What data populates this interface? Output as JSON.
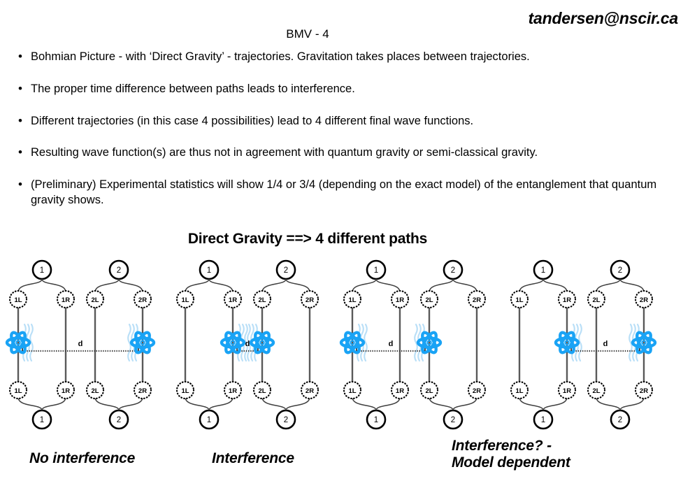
{
  "header": {
    "email": "tandersen@nscir.ca",
    "slide_title": "BMV - 4"
  },
  "bullets": [
    "Bohmian Picture - with ‘Direct Gravity’ - trajectories. Gravitation takes places between trajectories.",
    "The proper time difference between paths leads to interference.",
    "Different trajectories (in this case 4 possibilities) lead to 4 different final wave functions.",
    "Resulting wave function(s) are thus not in agreement with quantum gravity or semi-classical gravity.",
    "(Preliminary) Experimental statistics will show 1/4 or 3/4 (depending on the exact model) of the entanglement that quantum gravity shows."
  ],
  "section_heading": "Direct Gravity ==> 4 different paths",
  "colors": {
    "atom_blue": "#19a3f5",
    "wave_blue": "#b9dff7",
    "path_gray": "#595959",
    "node_black": "#000000"
  },
  "node_labels": {
    "top_left_interferometer": "1",
    "top_right_interferometer": "2",
    "left_arm_left": "1L",
    "left_arm_right": "1R",
    "right_arm_left": "2L",
    "right_arm_right": "2R",
    "bottom_left_interferometer": "1",
    "bottom_right_interferometer": "2"
  },
  "distance_label": "d",
  "panels": [
    {
      "id": "panel-1",
      "atom_paths": [
        "1L",
        "2R"
      ],
      "caption": "No interference"
    },
    {
      "id": "panel-2",
      "atom_paths": [
        "1R",
        "2L"
      ],
      "caption": "Interference"
    },
    {
      "id": "panel-3",
      "atom_paths": [
        "1L",
        "2L"
      ],
      "caption": "Interference? -\nModel dependent"
    },
    {
      "id": "panel-4",
      "atom_paths": [
        "1R",
        "2R"
      ],
      "caption": ""
    }
  ],
  "captions": {
    "c1": "No interference",
    "c2": "Interference",
    "c3": "Interference? -\nModel dependent"
  }
}
